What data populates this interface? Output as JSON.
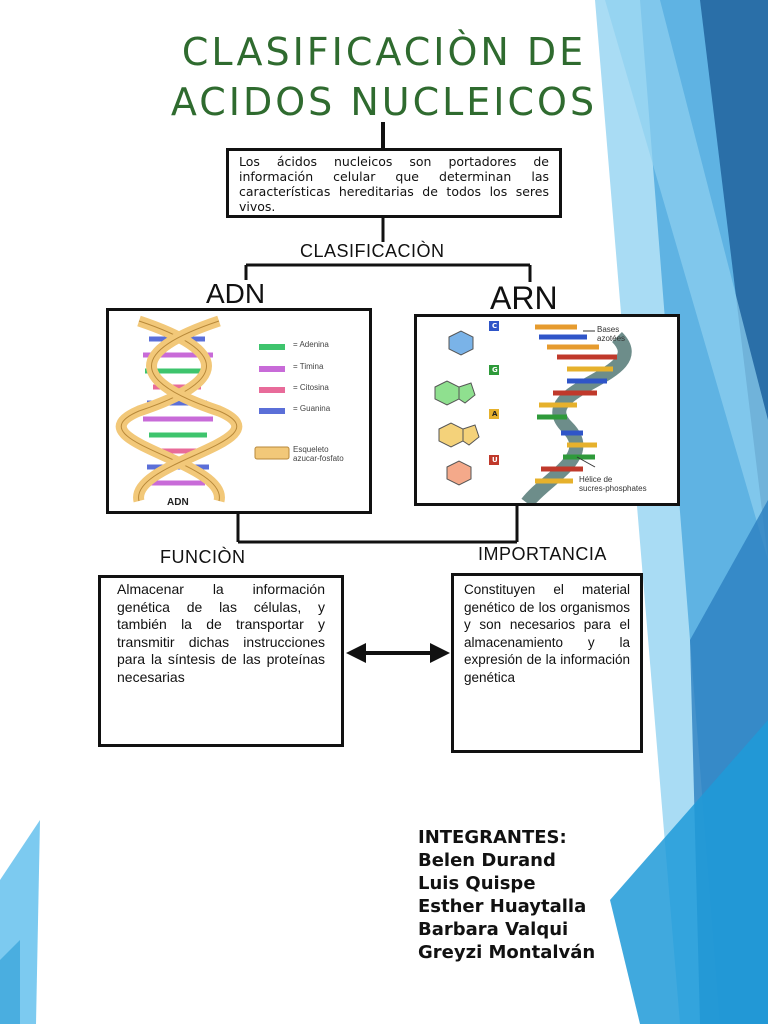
{
  "title": {
    "line1": "CLASIFICACIÒN DE",
    "line2": "ACIDOS NUCLEICOS"
  },
  "intro": "Los ácidos nucleicos son portadores de información celular que determinan las características hereditarias de todos los seres vivos.",
  "classification_label": "CLASIFICACIÒN",
  "adn": {
    "label": "ADN",
    "caption": "ADN",
    "legend": [
      {
        "label": "= Adenina",
        "color": "#3ec46d"
      },
      {
        "label": "= Timina",
        "color": "#c86bd8"
      },
      {
        "label": "= Citosina",
        "color": "#e86b9a"
      },
      {
        "label": "= Guanina",
        "color": "#5b6fd8"
      },
      {
        "label": "Esqueleto",
        "color": "#f2c879"
      },
      {
        "label": "azucar-fosfato",
        "color": "#f2c879"
      }
    ]
  },
  "arn": {
    "label": "ARN",
    "bases_label": "Bases",
    "bases_label2": "azotées",
    "helix_label": "Hélice de",
    "helix_label2": "sucres-phosphates",
    "letters": [
      "C",
      "G",
      "A",
      "U"
    ],
    "letter_colors": [
      "#2f55c8",
      "#2e9a3a",
      "#e6b12c",
      "#c0392b"
    ]
  },
  "funcion": {
    "label": "FUNCIÒN",
    "text": "Almacenar la información genética de las células, y también la de transportar y transmitir dichas instrucciones para la síntesis de las proteínas necesarias"
  },
  "importancia": {
    "label": "IMPORTANCIA",
    "text": "Constituyen el material genético de los organismos y son necesarios para el almacenamiento y la expresión de la información genética"
  },
  "team": {
    "heading": "INTEGRANTES:",
    "members": [
      "Belen Durand",
      "Luis Quispe",
      "Esther Huaytalla",
      "Barbara Valqui",
      "Greyzi Montalván"
    ]
  },
  "colors": {
    "title": "#2f6b2f",
    "bg_blue_dark": "#2a6fa8",
    "bg_blue_light": "#7cc6ec"
  }
}
